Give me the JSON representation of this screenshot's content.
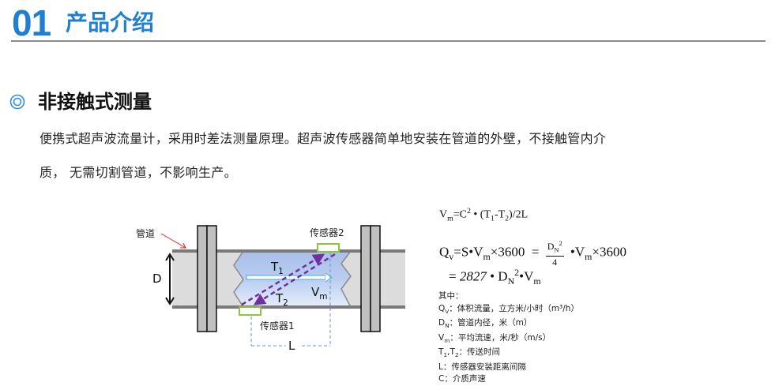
{
  "header": {
    "number": "01",
    "title": "产品介绍",
    "accent_color": "#1f7fd0"
  },
  "section": {
    "icon": "double-circle-icon",
    "heading": "非接触式测量",
    "paragraph_line1": "便携式超声波流量计，采用时差法测量原理。超声波传感器简单地安装在管道的外壁，不接触管内介",
    "paragraph_line2": "质， 无需切割管道，不影响生产。"
  },
  "diagram": {
    "pipe_label": "管道",
    "sensor1_label": "传感器1",
    "sensor2_label": "传感器2",
    "diameter_label": "D",
    "distance_label": "L",
    "t1_label": "T",
    "t1_sub": "1",
    "t2_label": "T",
    "t2_sub": "2",
    "vm_label": "V",
    "vm_sub": "m"
  },
  "formulas": {
    "f1": {
      "lhs": "V",
      "lhs_sub": "m",
      "body_a": "=C",
      "sup": "2",
      "body_b": " • (T",
      "t1_sub": "1",
      "mid": "-T",
      "t2_sub": "2",
      "end": ")/2L"
    },
    "f2": {
      "lhs": "Q",
      "lhs_sub": "v",
      "a": "=S•V",
      "a_sub": "m",
      "b": "×3600  =",
      "frac_num": "D",
      "frac_num_sub": "N",
      "frac_num_sup": "2",
      "frac_den": "4",
      "c": " •V",
      "c_sub": "m",
      "d": "×3600"
    },
    "f3": {
      "a": "= ",
      "const": "2827",
      "b": " • D",
      "b_sub": "N",
      "b_sup": "2",
      "c": "•V",
      "c_sub": "m"
    }
  },
  "legend": {
    "intro": "其中：",
    "items": [
      {
        "sym": "Q",
        "sub": "V",
        "text": "：体积流量，立方米/小时（m³/h）"
      },
      {
        "sym": "D",
        "sub": "N",
        "text": "：管道内径，米（m）"
      },
      {
        "sym": "V",
        "sub": "m",
        "text": "：平均流速，米/秒（m/s）"
      },
      {
        "sym": "T",
        "sub": "1",
        "sym2": ",T",
        "sub2": "2",
        "text": "：传送时间"
      },
      {
        "sym": "L",
        "sub": "",
        "text": "：传感器安装距离间隔"
      },
      {
        "sym": "C",
        "sub": "",
        "text": "：介质声速"
      }
    ]
  }
}
